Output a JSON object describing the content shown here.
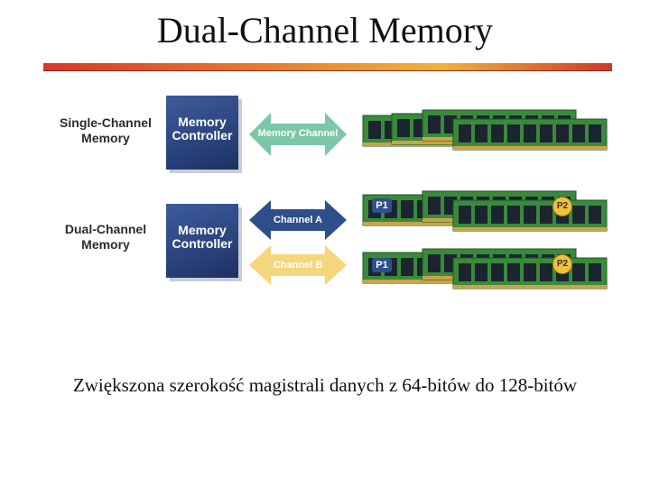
{
  "title": "Dual-Channel Memory",
  "single": {
    "label_line1": "Single-Channel",
    "label_line2": "Memory",
    "controller_line1": "Memory",
    "controller_line2": "Controller",
    "channel": "Memory Channel"
  },
  "dual": {
    "label_line1": "Dual-Channel",
    "label_line2": "Memory",
    "controller_line1": "Memory",
    "controller_line2": "Controller",
    "channel_a": "Channel A",
    "channel_b": "Channel B",
    "badge_p1": "P1",
    "badge_p2": "P2"
  },
  "caption": "Zwiększona szerokość magistrali danych z 64-bitów do 128-bitów",
  "colors": {
    "controller": "#2e4a88",
    "arrow_single": "#7cc7a9",
    "arrow_a": "#2f4f8a",
    "arrow_b": "#f3d77a",
    "pcb": "#2f7a32",
    "chip": "#1c2430"
  }
}
